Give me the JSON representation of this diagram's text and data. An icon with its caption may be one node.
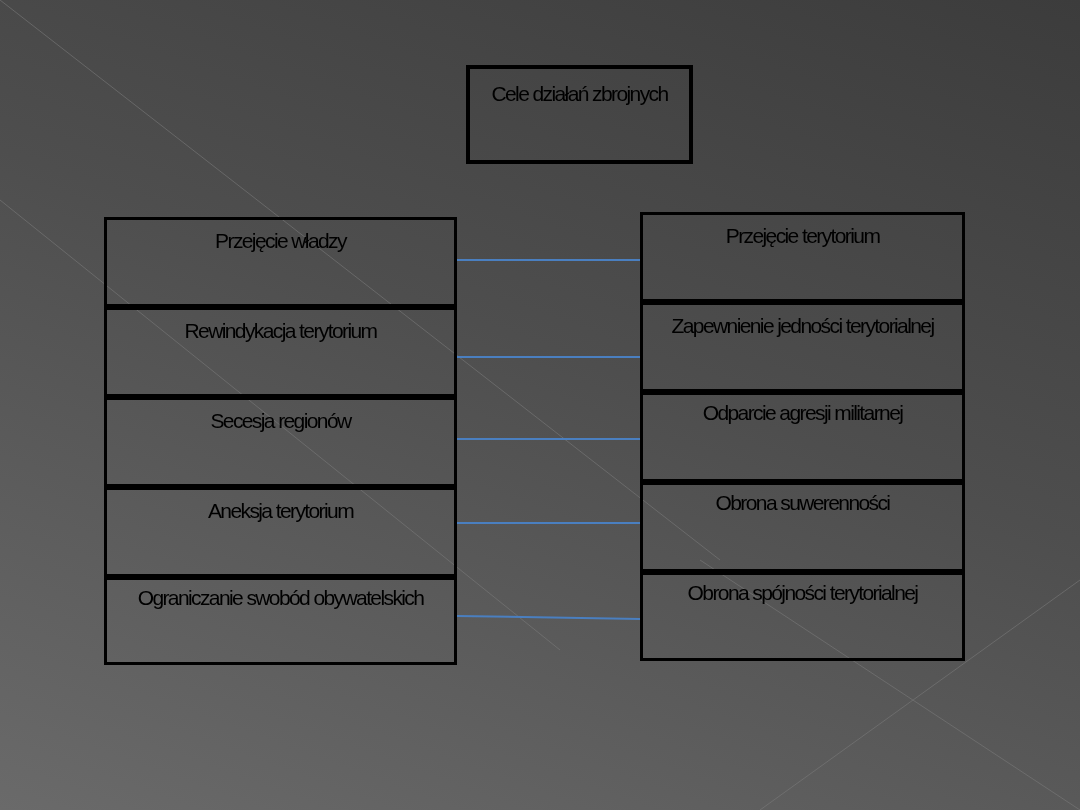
{
  "diagram": {
    "nodes": [
      {
        "text": [
          "Cele działań zbrojnych"
        ]
      },
      {
        "text": [
          "Przejęcie władzy"
        ]
      },
      {
        "text": [
          "Rewindykacja terytorium"
        ]
      },
      {
        "text": [
          "Secesja regionów"
        ]
      },
      {
        "text": [
          "Aneksja terytorium"
        ]
      },
      {
        "text": [
          "Ograniczanie swobód obywatelskich"
        ]
      },
      {
        "text": [
          "Przejęcie terytorium"
        ]
      },
      {
        "text": [
          "Zapewnienie jedności terytorialnej"
        ]
      },
      {
        "text": [
          "Odparcie agresji militarnej"
        ]
      },
      {
        "text": [
          "Obrona suwerenności"
        ]
      },
      {
        "text": [
          "Obrona spójności terytorialnej"
        ]
      }
    ],
    "edges": [
      {
        "from": 1,
        "to": 6,
        "arrow": "none"
      },
      {
        "from": 2,
        "to": 7,
        "arrow": "none"
      },
      {
        "from": 3,
        "to": 8,
        "arrow": "none"
      },
      {
        "from": 4,
        "to": 9,
        "arrow": "none"
      },
      {
        "from": 5,
        "to": 10,
        "arrow": "none"
      }
    ]
  }
}
